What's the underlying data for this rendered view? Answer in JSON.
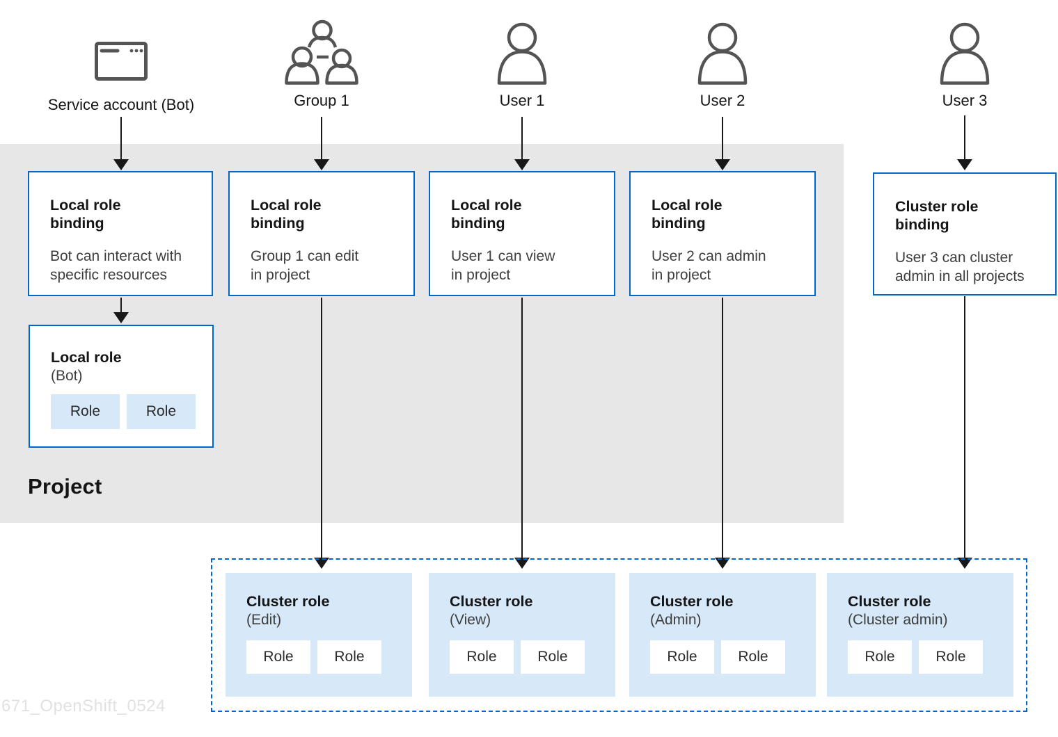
{
  "actors": [
    {
      "id": "service-account",
      "label": "Service account (Bot)",
      "icon": "browser-window-icon"
    },
    {
      "id": "group-1",
      "label": "Group 1",
      "icon": "group-icon"
    },
    {
      "id": "user-1",
      "label": "User 1",
      "icon": "user-icon"
    },
    {
      "id": "user-2",
      "label": "User 2",
      "icon": "user-icon"
    },
    {
      "id": "user-3",
      "label": "User 3",
      "icon": "user-icon"
    }
  ],
  "project": {
    "label": "Project",
    "local_role_bindings": [
      {
        "title": "Local role\nbinding",
        "description": "Bot can interact with\nspecific resources"
      },
      {
        "title": "Local role\nbinding",
        "description": "Group 1 can edit\nin project"
      },
      {
        "title": "Local role\nbinding",
        "description": "User 1 can view\nin project"
      },
      {
        "title": "Local role\nbinding",
        "description": "User 2 can admin\nin project"
      }
    ],
    "local_role": {
      "title": "Local role",
      "subtitle": "(Bot)",
      "roles": [
        "Role",
        "Role"
      ]
    }
  },
  "cluster_role_binding": {
    "title": "Cluster role\nbinding",
    "description": "User 3 can cluster\nadmin in all projects"
  },
  "cluster_roles": [
    {
      "title": "Cluster role",
      "subtitle": "(Edit)",
      "roles": [
        "Role",
        "Role"
      ]
    },
    {
      "title": "Cluster role",
      "subtitle": "(View)",
      "roles": [
        "Role",
        "Role"
      ]
    },
    {
      "title": "Cluster role",
      "subtitle": "(Admin)",
      "roles": [
        "Role",
        "Role"
      ]
    },
    {
      "title": "Cluster role",
      "subtitle": "(Cluster admin)",
      "roles": [
        "Role",
        "Role"
      ]
    }
  ],
  "watermark": "671_OpenShift_0524",
  "colors": {
    "accent_blue": "#0066cc",
    "light_blue": "#d7e8f8",
    "panel_gray": "#e7e7e7",
    "text_dark": "#151515",
    "text_body": "#3d3d3d",
    "icon_gray": "#545454",
    "arrow_black": "#181818",
    "watermark_gray": "#e1e0e3"
  }
}
